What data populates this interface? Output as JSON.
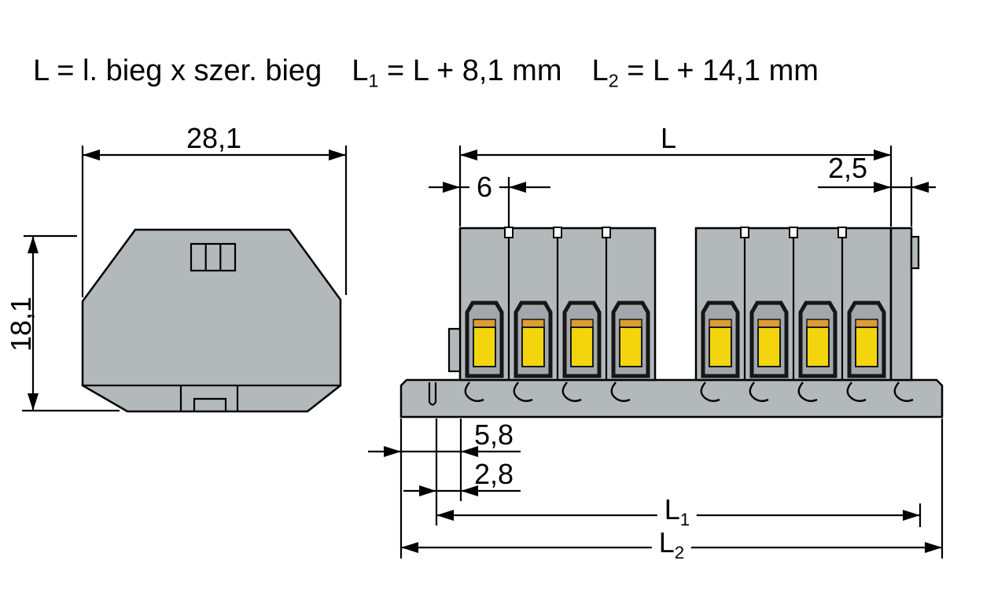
{
  "title_formula": {
    "part1": "L = l. bieg x szer. bieg",
    "l1_main": "L",
    "l1_sub": "1",
    "l1_rest": " = L + 8,1 mm",
    "l2_main": "L",
    "l2_sub": "2",
    "l2_rest": " = L + 14,1 mm"
  },
  "dimensions": {
    "side_width": "28,1",
    "side_height": "18,1",
    "pitch": "6",
    "overall_length": "L",
    "end_width": "2,5",
    "offset_a": "5,8",
    "offset_b": "2,8",
    "l1_main": "L",
    "l1_sub": "1",
    "l2_main": "L",
    "l2_sub": "2"
  },
  "colors": {
    "body_gray": "#b3b8bb",
    "clamp_gray": "#a2a7ab",
    "frame_dark": "#161616",
    "lever_yellow": "#f2d50c",
    "lever_orange": "#dd9d33",
    "line_black": "#000000",
    "background": "#ffffff"
  }
}
